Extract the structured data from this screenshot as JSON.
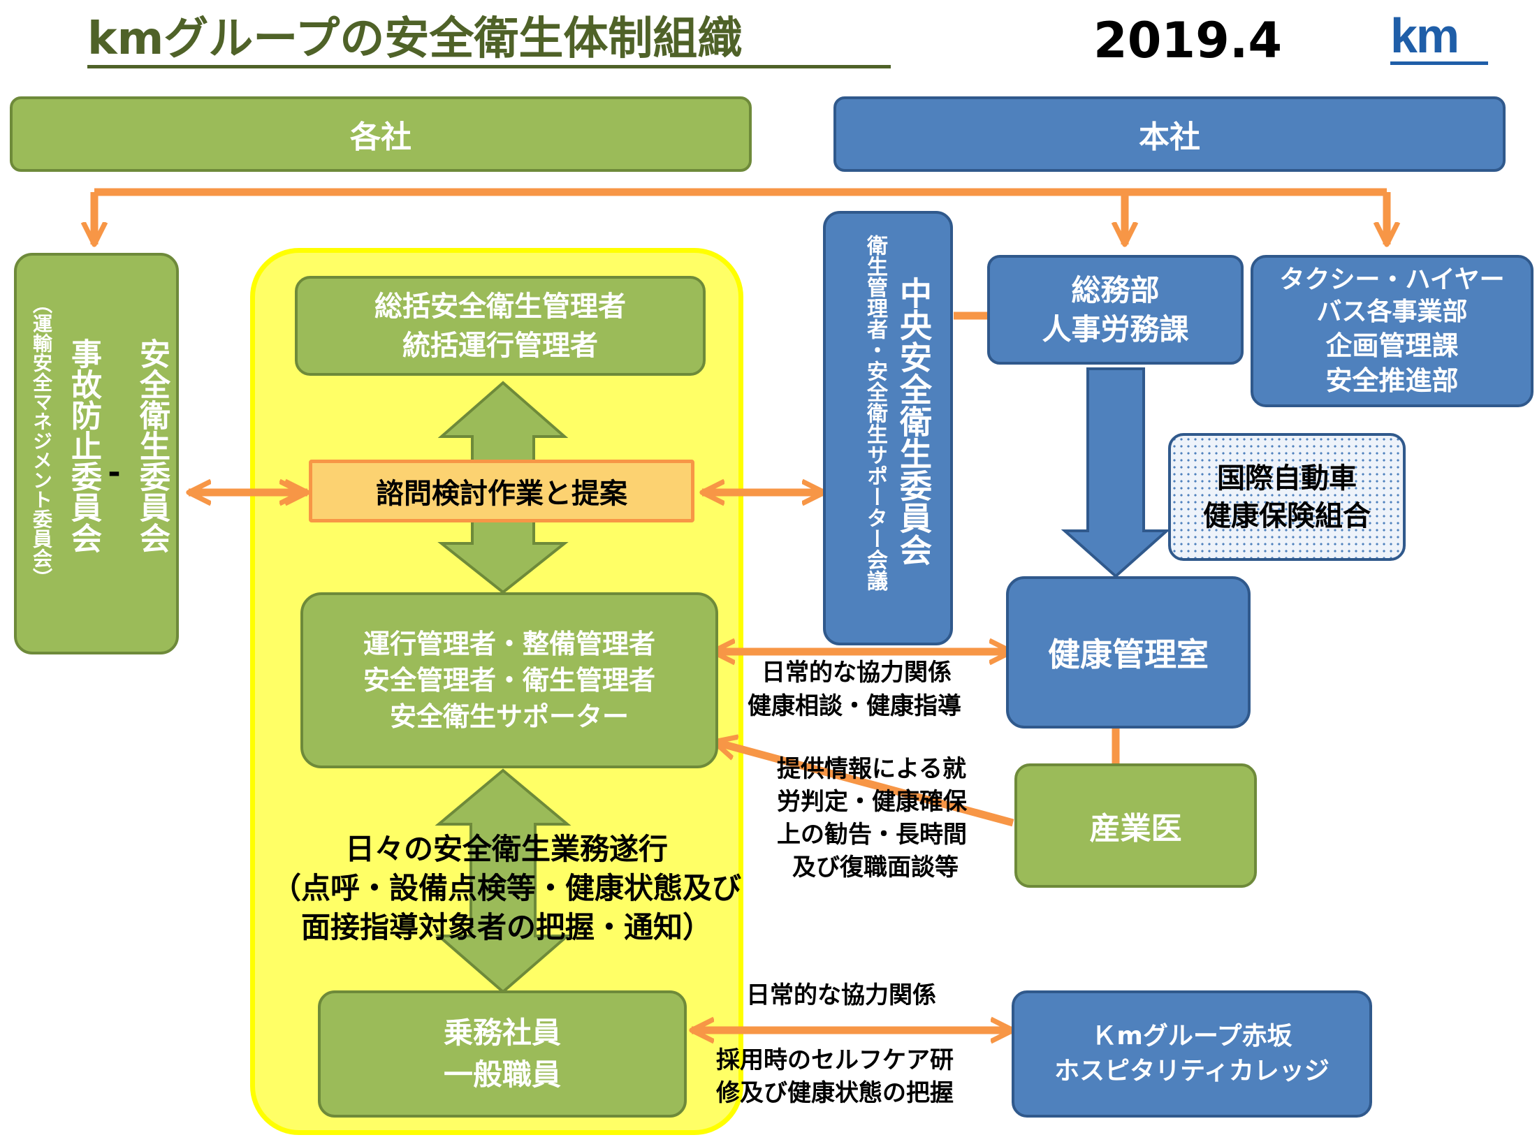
{
  "title": "kmグループの安全衛生体制組織",
  "date": "2019.4",
  "logo": "km",
  "headers": {
    "left": "各社",
    "right": "本社"
  },
  "committee_left": {
    "main": "安全衛生委員会",
    "separator": "-",
    "sub": "事故防止委員会",
    "note": "（運輸安全マネジメント委員会）"
  },
  "top_manager": {
    "line1": "総括安全衛生管理者",
    "line2": "統括運行管理者"
  },
  "consult_box": "諮問検討作業と提案",
  "managers": {
    "line1": "運行管理者・整備管理者",
    "line2": "安全管理者・衛生管理者",
    "line3": "安全衛生サポーター"
  },
  "daily_work": {
    "line1": "日々の安全衛生業務遂行",
    "line2": "（点呼・設備点検等・健康状態及び",
    "line3": "面接指導対象者の把握・通知）"
  },
  "staff": {
    "line1": "乗務社員",
    "line2": "一般職員"
  },
  "central_committee": {
    "main": "中央安全衛生委員会",
    "sub": "衛生管理者・安全衛生サポーター会議"
  },
  "general_affairs": {
    "line1": "総務部",
    "line2": "人事労務課"
  },
  "taxi_dept": {
    "line1": "タクシー・ハイヤー",
    "line2": "バス各事業部",
    "line3": "企画管理課",
    "line4": "安全推進部"
  },
  "insurance": {
    "line1": "国際自動車",
    "line2": "健康保険組合"
  },
  "health_room": "健康管理室",
  "doctor": "産業医",
  "college": {
    "line1": "Ｋmグループ赤坂",
    "line2": "ホスピタリティカレッジ"
  },
  "labels": {
    "coop1": "日常的な協力関係",
    "coop1_sub": "健康相談・健康指導",
    "doctor_note": [
      "提供情報による就",
      "労判定・健康確保",
      "上の勧告・長時間",
      "及び復職面談等"
    ],
    "coop2": "日常的な協力関係",
    "college_note": [
      "採用時のセルフケア研",
      "修及び健康状態の把握"
    ]
  },
  "colors": {
    "green": "#9bbb59",
    "blue": "#4f81bd",
    "orange": "#f79646",
    "yellow": "#ffff00",
    "title_green": "#4f6228"
  }
}
